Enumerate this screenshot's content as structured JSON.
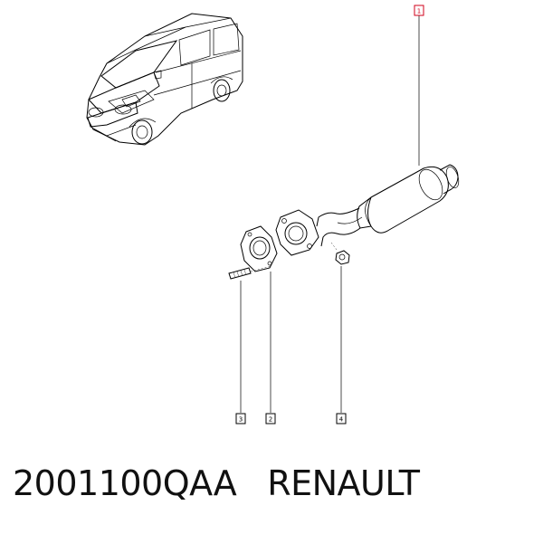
{
  "diagram": {
    "callouts": [
      {
        "id": "main",
        "label": "1",
        "color": "#d0021b"
      },
      {
        "id": "stud",
        "label": "3",
        "color": "#000000"
      },
      {
        "id": "gasket",
        "label": "2",
        "color": "#000000"
      },
      {
        "id": "nut",
        "label": "4",
        "color": "#000000"
      }
    ]
  },
  "caption": {
    "part_number": "2001100QAA",
    "brand": "RENAULT"
  }
}
